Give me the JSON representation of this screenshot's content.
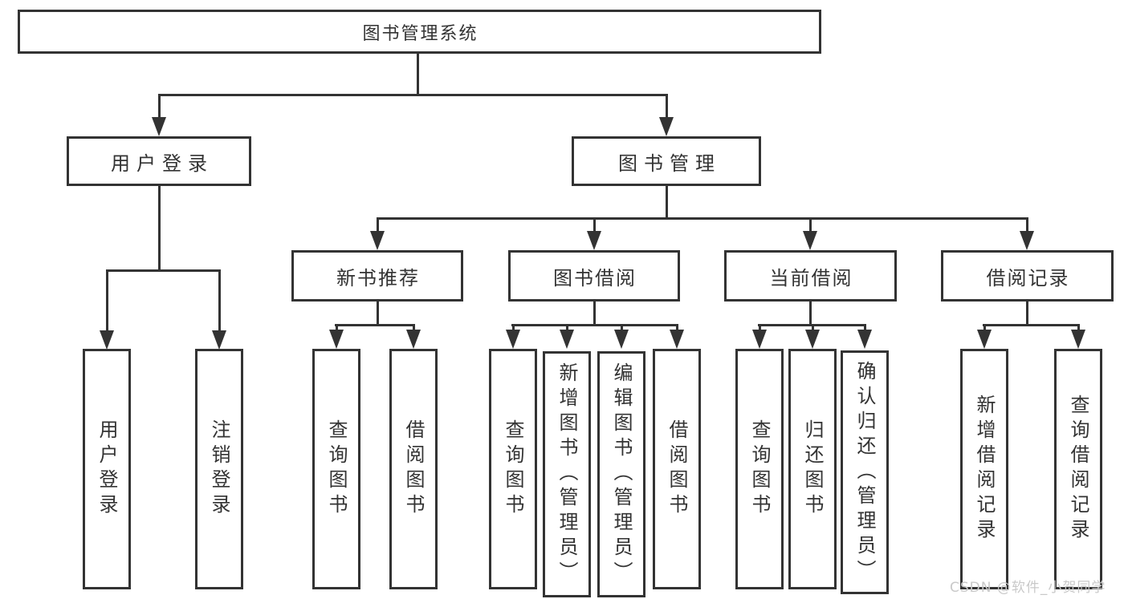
{
  "diagram": {
    "root": "图书管理系统",
    "branches": [
      {
        "label": "用户登录",
        "children": [
          "用户登录",
          "注销登录"
        ]
      },
      {
        "label": "图书管理",
        "sections": [
          {
            "label": "新书推荐",
            "children": [
              "查询图书",
              "借阅图书"
            ]
          },
          {
            "label": "图书借阅",
            "children": [
              "查询图书",
              "新增图书（管理员）",
              "编辑图书（管理员）",
              "借阅图书"
            ]
          },
          {
            "label": "当前借阅",
            "children": [
              "查询图书",
              "归还图书",
              "确认归还（管理员）"
            ]
          },
          {
            "label": "借阅记录",
            "children": [
              "新增借阅记录",
              "查询借阅记录"
            ]
          }
        ]
      }
    ]
  },
  "watermark": "CSDN @软件_小贺同学",
  "colors": {
    "line": "#333333",
    "text": "#333333",
    "watermark": "#c9c9c9",
    "background": "#ffffff"
  }
}
